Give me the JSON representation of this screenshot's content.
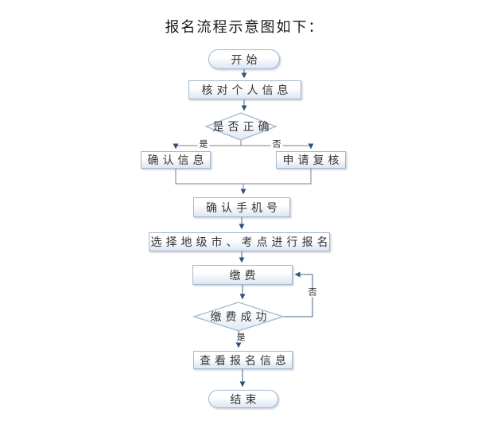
{
  "title": "报名流程示意图如下：",
  "flowchart": {
    "nodes": {
      "start": "开始",
      "verify_info": "核对个人信息",
      "is_correct": "是否正确",
      "confirm_info": "确认信息",
      "apply_review": "申请复核",
      "confirm_phone": "确认手机号",
      "select_city": "选择地级市、考点进行报名",
      "pay": "缴费",
      "pay_success": "缴费成功",
      "view_info": "查看报名信息",
      "end": "结束"
    },
    "edge_labels": {
      "yes_branch": "是",
      "no_branch": "否",
      "pay_fail": "否",
      "pay_ok": "是"
    },
    "colors": {
      "shape_border": "#a3b7d3",
      "shape_fill_bottom": "#dce6f2",
      "connector_gray": "#7f7f7f",
      "connector_navy": "#44608a",
      "arrowhead": "#31517a",
      "text": "#333333"
    }
  }
}
